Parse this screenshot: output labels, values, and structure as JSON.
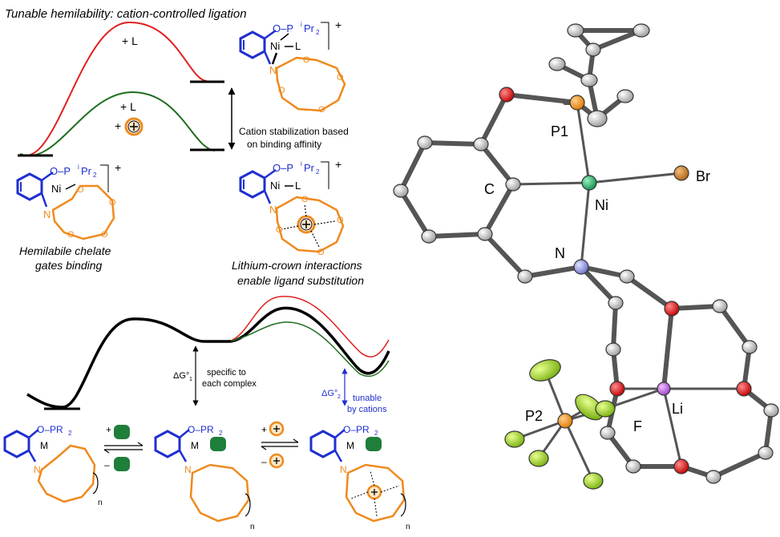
{
  "top_panel": {
    "title": "Tunable hemilability: cation-controlled ligation",
    "upper_curve_label": "+ L",
    "lower_curve_label": "+ L",
    "plus_sign": "+",
    "arrow_caption_line1": "Cation stabilization based",
    "arrow_caption_line2": "on binding affinity",
    "left_caption_line1": "Hemilabile chelate",
    "left_caption_line2": "gates binding",
    "right_caption_line1": "Lithium-crown interactions",
    "right_caption_line2": "enable ligand substitution",
    "colors": {
      "red_curve": "#e02020",
      "green_curve": "#1e6e1e",
      "crown": "#ef8a1e",
      "backbone": "#1f2fd0",
      "cation": "#ef8a1e"
    }
  },
  "structures": {
    "phosphinite_top": "O–P",
    "ipr_sup": "i",
    "ipr2": "Pr",
    "sub2": "2",
    "nickel": "Ni",
    "ligand": "L",
    "nitrogen": "N",
    "oxygen": "O",
    "charge": "+",
    "metal": "M",
    "pr2_base": "O–PR",
    "repeat_n": "n"
  },
  "bottom_panel": {
    "dg1_label": "ΔG°",
    "dg1_sub": "1",
    "dg1_caption_line1": "specific to",
    "dg1_caption_line2": "each complex",
    "dg2_label": "ΔG°",
    "dg2_sub": "2",
    "dg2_caption_line1": "tunable",
    "dg2_caption_line2": "by cations",
    "plus": "+",
    "minus": "–"
  },
  "crystal": {
    "labels": {
      "p1": "P1",
      "c": "C",
      "ni": "Ni",
      "br": "Br",
      "n": "N",
      "p2": "P2",
      "f": "F",
      "li": "Li"
    },
    "colors": {
      "oxygen": "#d01010",
      "phosphorus": "#f08a10",
      "nickel": "#10b060",
      "bromine": "#c8781e",
      "nitrogen": "#8a90e0",
      "fluorine": "#a8e020",
      "lithium": "#c060e0",
      "carbon": "#b8b8b8"
    }
  }
}
